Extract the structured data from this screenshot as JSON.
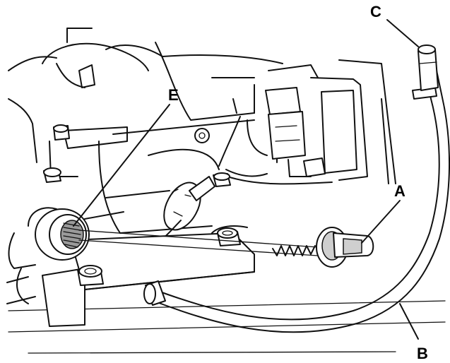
{
  "labels": {
    "a": "A",
    "b": "B",
    "c": "C",
    "e": "E"
  }
}
